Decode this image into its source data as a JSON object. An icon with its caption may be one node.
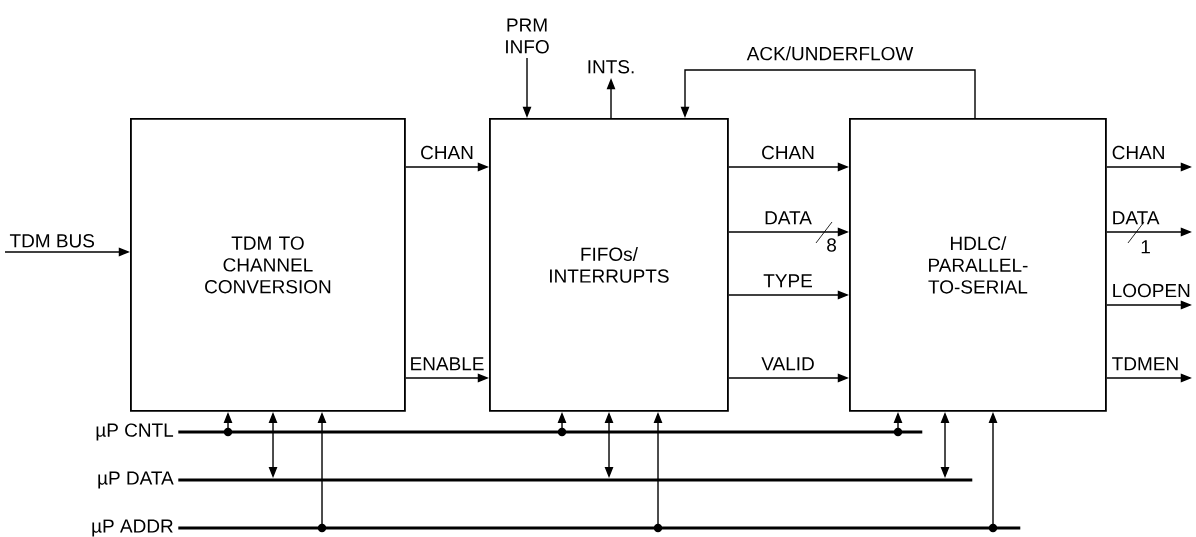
{
  "diagram": {
    "nodes": [
      {
        "text": [
          "TDM TO CHANNEL CONVERSION"
        ]
      },
      {
        "text": [
          "FIFOs/ INTERRUPTS"
        ]
      },
      {
        "text": [
          "HDLC/ PARALLEL-TO-SERIAL"
        ]
      },
      {
        "text": [
          "TDM BUS"
        ]
      },
      {
        "text": [
          "PRM INFO"
        ]
      },
      {
        "text": [
          "INTS."
        ]
      },
      {
        "text": [],
        "shape": "bar",
        "beside": [
          "µP CNTL"
        ]
      },
      {
        "text": [],
        "shape": "bar",
        "beside": [
          "µP DATA"
        ]
      },
      {
        "text": [],
        "shape": "bar",
        "beside": [
          "µP ADDR"
        ]
      }
    ],
    "edges": [
      {
        "from": 3,
        "to": 0,
        "arrow": "to"
      },
      {
        "from": 0,
        "to": 1,
        "arrow": "to",
        "label": "CHAN"
      },
      {
        "from": 0,
        "to": 1,
        "arrow": "to",
        "label": "ENABLE"
      },
      {
        "from": 4,
        "to": 1,
        "arrow": "to"
      },
      {
        "from": 1,
        "to": 5,
        "arrow": "to"
      },
      {
        "from": 2,
        "to": 1,
        "arrow": "to",
        "label": "ACK/UNDERFLOW"
      },
      {
        "from": 1,
        "to": 2,
        "arrow": "to",
        "label": "CHAN"
      },
      {
        "from": 1,
        "to": 2,
        "arrow": "to",
        "label": "DATA"
      },
      {
        "from": 1,
        "to": 2,
        "arrow": "to",
        "label": "TYPE"
      },
      {
        "from": 1,
        "to": 2,
        "arrow": "to",
        "label": "VALID"
      },
      {
        "from": 2,
        "to": null,
        "arrow": "to",
        "label": "CHAN"
      },
      {
        "from": 2,
        "to": null,
        "arrow": "to",
        "label": "DATA"
      },
      {
        "from": 2,
        "to": null,
        "arrow": "to",
        "label": "LOOPEN"
      },
      {
        "from": 2,
        "to": null,
        "arrow": "to",
        "label": "TDMEN"
      },
      {
        "from": 6,
        "to": 0,
        "arrow": "to"
      },
      {
        "from": 7,
        "to": 0,
        "arrow": "both"
      },
      {
        "from": 8,
        "to": 0,
        "arrow": "to"
      },
      {
        "from": 6,
        "to": 1,
        "arrow": "to"
      },
      {
        "from": 7,
        "to": 1,
        "arrow": "both"
      },
      {
        "from": 8,
        "to": 1,
        "arrow": "to"
      },
      {
        "from": 6,
        "to": 2,
        "arrow": "to"
      },
      {
        "from": 7,
        "to": 2,
        "arrow": "both"
      },
      {
        "from": 8,
        "to": 2,
        "arrow": "to"
      }
    ],
    "labels": [
      "8",
      "1"
    ]
  }
}
